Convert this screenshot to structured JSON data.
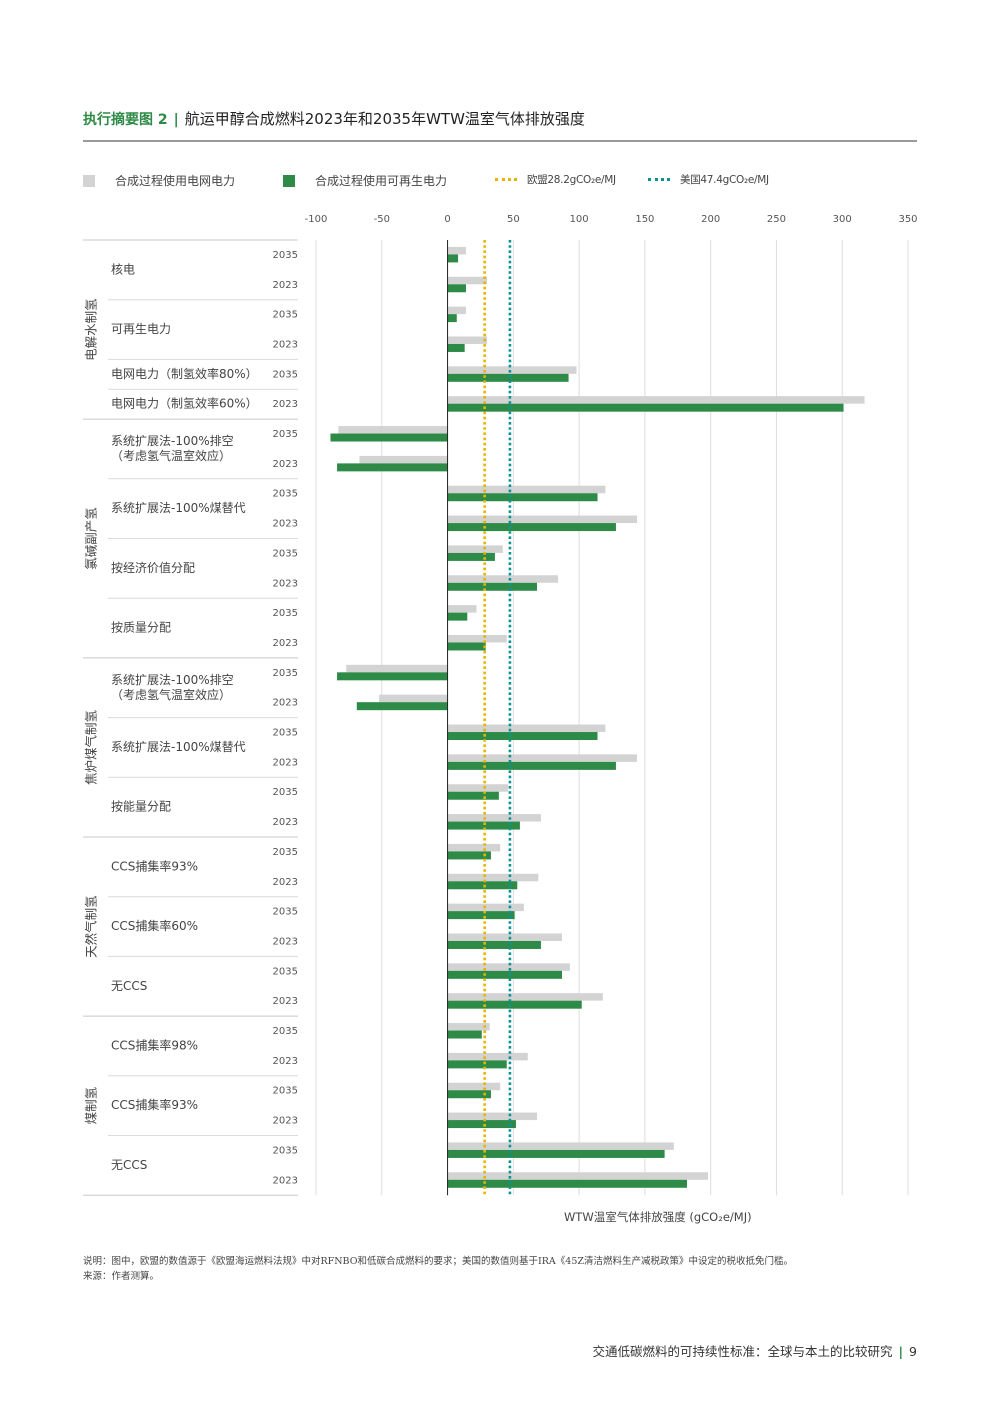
{
  "header": {
    "tag": "执行摘要图 2",
    "separator": "|",
    "title": "航运甲醇合成燃料2023年和2035年WTW温室气体排放强度"
  },
  "legend": {
    "grid_label": "合成过程使用电网电力",
    "renewable_label": "合成过程使用可再生电力",
    "eu_label": "欧盟28.2gCO₂e/MJ",
    "us_label": "美国47.4gCO₂e/MJ"
  },
  "colors": {
    "grid": "#d3d3d3",
    "renewable": "#2e8b47",
    "eu": "#e8b400",
    "us": "#0a9396",
    "accent": "#2e8b47"
  },
  "chart_data": {
    "type": "bar",
    "orientation": "horizontal",
    "xlabel": "WTW温室气体排放强度 (gCO₂e/MJ)",
    "xlim": [
      -100,
      350
    ],
    "xticks": [
      -100,
      -50,
      0,
      50,
      100,
      150,
      200,
      250,
      300,
      350
    ],
    "reference_lines": [
      {
        "name": "欧盟28.2gCO₂e/MJ",
        "value": 28.2
      },
      {
        "name": "美国47.4gCO₂e/MJ",
        "value": 47.4
      }
    ],
    "series_names": [
      "合成过程使用电网电力",
      "合成过程使用可再生电力"
    ],
    "groups": [
      {
        "name": "电解水制氢",
        "items": [
          {
            "label": [
              "核电"
            ],
            "rows": [
              {
                "year": "2035",
                "grid": 14,
                "renewable": 8
              },
              {
                "year": "2023",
                "grid": 30,
                "renewable": 14
              }
            ]
          },
          {
            "label": [
              "可再生电力"
            ],
            "rows": [
              {
                "year": "2035",
                "grid": 14,
                "renewable": 7
              },
              {
                "year": "2023",
                "grid": 30,
                "renewable": 13
              }
            ]
          },
          {
            "label": [
              "电网电力（制氢效率80%）"
            ],
            "rows": [
              {
                "year": "2035",
                "grid": 98,
                "renewable": 92
              }
            ]
          },
          {
            "label": [
              "电网电力（制氢效率60%）"
            ],
            "rows": [
              {
                "year": "2023",
                "grid": 317,
                "renewable": 301
              }
            ]
          }
        ]
      },
      {
        "name": "氯碱副产氢",
        "items": [
          {
            "label": [
              "系统扩展法-100%排空",
              "（考虑氢气温室效应）"
            ],
            "rows": [
              {
                "year": "2035",
                "grid": -83,
                "renewable": -89
              },
              {
                "year": "2023",
                "grid": -67,
                "renewable": -84
              }
            ]
          },
          {
            "label": [
              "系统扩展法-100%煤替代"
            ],
            "rows": [
              {
                "year": "2035",
                "grid": 120,
                "renewable": 114
              },
              {
                "year": "2023",
                "grid": 144,
                "renewable": 128
              }
            ]
          },
          {
            "label": [
              "按经济价值分配"
            ],
            "rows": [
              {
                "year": "2035",
                "grid": 42,
                "renewable": 36
              },
              {
                "year": "2023",
                "grid": 84,
                "renewable": 68
              }
            ]
          },
          {
            "label": [
              "按质量分配"
            ],
            "rows": [
              {
                "year": "2035",
                "grid": 22,
                "renewable": 15
              },
              {
                "year": "2023",
                "grid": 45,
                "renewable": 29
              }
            ]
          }
        ]
      },
      {
        "name": "焦炉煤气制氢",
        "items": [
          {
            "label": [
              "系统扩展法-100%排空",
              "（考虑氢气温室效应）"
            ],
            "rows": [
              {
                "year": "2035",
                "grid": -77,
                "renewable": -84
              },
              {
                "year": "2023",
                "grid": -52,
                "renewable": -69
              }
            ]
          },
          {
            "label": [
              "系统扩展法-100%煤替代"
            ],
            "rows": [
              {
                "year": "2035",
                "grid": 120,
                "renewable": 114
              },
              {
                "year": "2023",
                "grid": 144,
                "renewable": 128
              }
            ]
          },
          {
            "label": [
              "按能量分配"
            ],
            "rows": [
              {
                "year": "2035",
                "grid": 46,
                "renewable": 39
              },
              {
                "year": "2023",
                "grid": 71,
                "renewable": 55
              }
            ]
          }
        ]
      },
      {
        "name": "天然气制氢",
        "items": [
          {
            "label": [
              "CCS捕集率93%"
            ],
            "rows": [
              {
                "year": "2035",
                "grid": 40,
                "renewable": 33
              },
              {
                "year": "2023",
                "grid": 69,
                "renewable": 53
              }
            ]
          },
          {
            "label": [
              "CCS捕集率60%"
            ],
            "rows": [
              {
                "year": "2035",
                "grid": 58,
                "renewable": 51
              },
              {
                "year": "2023",
                "grid": 87,
                "renewable": 71
              }
            ]
          },
          {
            "label": [
              "无CCS"
            ],
            "rows": [
              {
                "year": "2035",
                "grid": 93,
                "renewable": 87
              },
              {
                "year": "2023",
                "grid": 118,
                "renewable": 102
              }
            ]
          }
        ]
      },
      {
        "name": "煤制氢",
        "items": [
          {
            "label": [
              "CCS捕集率98%"
            ],
            "rows": [
              {
                "year": "2035",
                "grid": 32,
                "renewable": 26
              },
              {
                "year": "2023",
                "grid": 61,
                "renewable": 45
              }
            ]
          },
          {
            "label": [
              "CCS捕集率93%"
            ],
            "rows": [
              {
                "year": "2035",
                "grid": 40,
                "renewable": 33
              },
              {
                "year": "2023",
                "grid": 68,
                "renewable": 52
              }
            ]
          },
          {
            "label": [
              "无CCS"
            ],
            "rows": [
              {
                "year": "2035",
                "grid": 172,
                "renewable": 165
              },
              {
                "year": "2023",
                "grid": 198,
                "renewable": 182
              }
            ]
          }
        ]
      }
    ]
  },
  "notes": {
    "line1": "说明：图中，欧盟的数值源于《欧盟海运燃料法规》中对RFNBO和低碳合成燃料的要求；美国的数值则基于IRA《45Z清洁燃料生产减税政策》中设定的税收抵免门槛。",
    "line2": "来源：作者测算。"
  },
  "footer": {
    "text": "交通低碳燃料的可持续性标准：全球与本土的比较研究",
    "separator": "|",
    "page_number": "9"
  }
}
